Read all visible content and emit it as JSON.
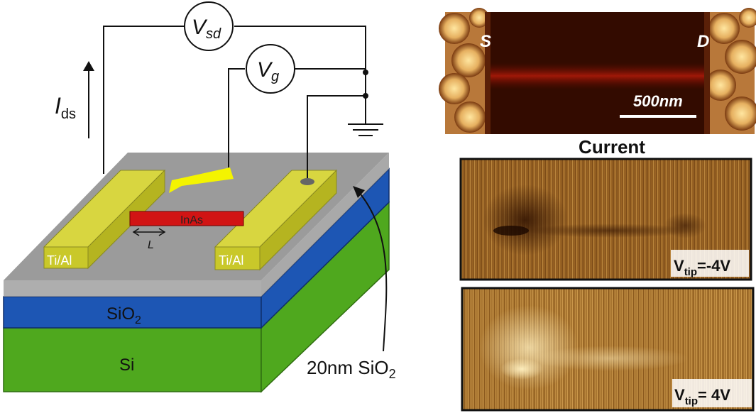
{
  "device": {
    "circuit": {
      "vsd": {
        "symbol": "V",
        "sub": "sd"
      },
      "vg": {
        "symbol": "V",
        "sub": "g"
      },
      "ids": {
        "symbol": "I",
        "sub": "ds"
      }
    },
    "contact_left": "Ti/Al",
    "contact_right": "Ti/Al",
    "nanowire": "InAs",
    "length_label": "L",
    "oxide": {
      "base": "SiO",
      "sub": "2"
    },
    "substrate": "Si",
    "top_oxide": {
      "prefix": "20nm SiO",
      "sub": "2"
    }
  },
  "afm": {
    "source": "S",
    "drain": "D",
    "scale_bar": "500nm"
  },
  "current": {
    "title": "Current",
    "panel_top": {
      "prefix": "V",
      "sub": "tip",
      "value": "=-4V"
    },
    "panel_bottom": {
      "prefix": "V",
      "sub": "tip",
      "value": "= 4V"
    }
  },
  "colors": {
    "sio2_layer": "#1d56b4",
    "si_layer": "#4fa81e",
    "top_layer": "#8a8a8a",
    "contacts": "#c9c82a",
    "nanowire": "#d11414",
    "tip": "#f4f400",
    "afm_bg": "#3a0e00",
    "current_bg": "#a8702a"
  }
}
